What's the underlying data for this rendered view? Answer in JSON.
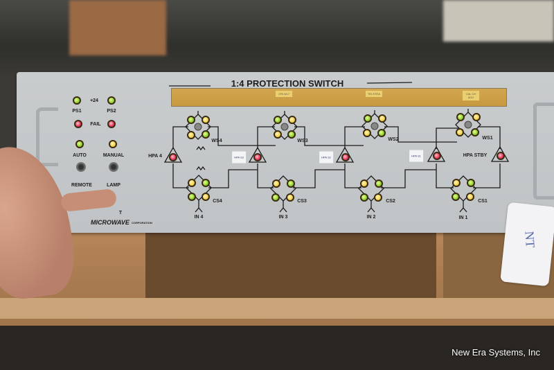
{
  "panel": {
    "title": "1:4 PROTECTION SWITCH",
    "tape_notes": [
      "JTN 8/17",
      "TELSTRA",
      "CAL CH 8/10"
    ],
    "left": {
      "plus24": "+24",
      "ps1": "PS1",
      "ps2": "PS2",
      "fail": "FAIL",
      "auto": "AUTO",
      "manual": "MANUAL",
      "remote": "REMOTE",
      "lamp": "LAMP",
      "test": "T"
    },
    "brand": "MICROWAVE",
    "brand_suffix": "CORPORATION",
    "waveguide_switches": [
      "WS4",
      "WS3",
      "WS2",
      "WS1"
    ],
    "coax_switches": [
      "CS4",
      "CS3",
      "CS2",
      "CS1"
    ],
    "inputs": [
      "IN 4",
      "IN 3",
      "IN 2",
      "IN 1"
    ],
    "hpa_labels": {
      "hpa4": "HPA 4",
      "stby": "HPA STBY",
      "tags": [
        "HPA S3",
        "HPA S2",
        "HPA S1"
      ]
    }
  },
  "tag_text": "NT",
  "watermark": "New Era Systems, Inc"
}
